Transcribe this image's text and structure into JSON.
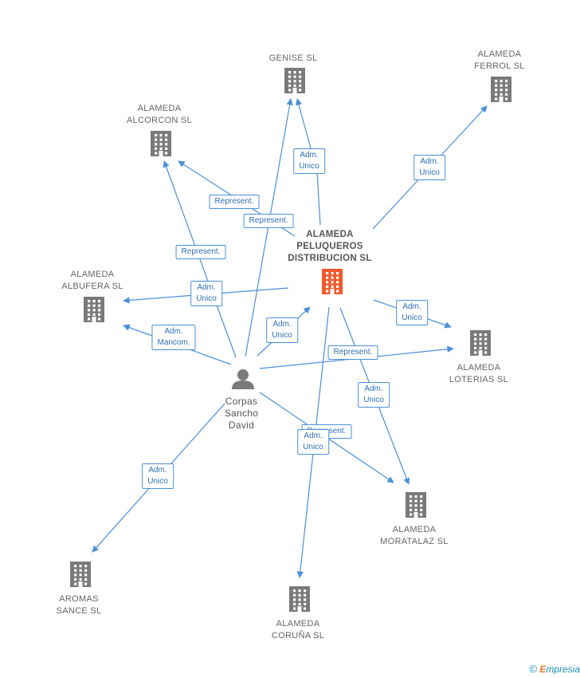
{
  "colors": {
    "edge": "#4a90d9",
    "building": "#7a7a7a",
    "main_building": "#f15a2b",
    "person": "#7a7a7a"
  },
  "nodes": [
    {
      "id": "main",
      "label": "ALAMEDA\nPELUQUEROS\nDISTRIBUCION SL",
      "type": "main-company",
      "icon": "building-icon"
    },
    {
      "id": "person",
      "label": "Corpas\nSancho\nDavid",
      "type": "person",
      "icon": "person-icon"
    },
    {
      "id": "genise",
      "label": "GENISE SL",
      "type": "company",
      "icon": "building-icon"
    },
    {
      "id": "ferrol",
      "label": "ALAMEDA\nFERROL SL",
      "type": "company",
      "icon": "building-icon"
    },
    {
      "id": "alcorcon",
      "label": "ALAMEDA\nALCORCON SL",
      "type": "company",
      "icon": "building-icon"
    },
    {
      "id": "albufera",
      "label": "ALAMEDA\nALBUFERA SL",
      "type": "company",
      "icon": "building-icon"
    },
    {
      "id": "loterias",
      "label": "ALAMEDA\nLOTERIAS SL",
      "type": "company",
      "icon": "building-icon"
    },
    {
      "id": "moratalaz",
      "label": "ALAMEDA\nMORATALAZ SL",
      "type": "company",
      "icon": "building-icon"
    },
    {
      "id": "aromas",
      "label": "AROMAS\nSANCE  SL",
      "type": "company",
      "icon": "building-icon"
    },
    {
      "id": "coruna",
      "label": "ALAMEDA\nCORUÑA SL",
      "type": "company",
      "icon": "building-icon"
    }
  ],
  "edges": [
    {
      "label": "Adm.\nUnico"
    },
    {
      "label": "Adm.\nUnico"
    },
    {
      "label": "Represent."
    },
    {
      "label": "Adm.\nUnico"
    },
    {
      "label": "Adm.\nUnico"
    },
    {
      "label": "Adm.\nUnico"
    },
    {
      "label": "Represent."
    },
    {
      "label": "Adm.\nUnico"
    },
    {
      "label": "Represent."
    },
    {
      "label": "Adm.\nUnico"
    },
    {
      "label": "Represent."
    },
    {
      "label": "Represent."
    },
    {
      "label": "Adm.\nMancom."
    },
    {
      "label": "Adm.\nUnico"
    }
  ],
  "footer": {
    "copyright": "©",
    "brand_e": "E",
    "brand_rest": "mpresia"
  }
}
